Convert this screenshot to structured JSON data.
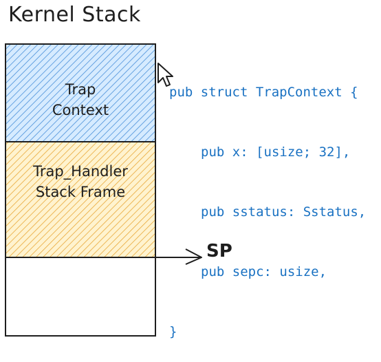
{
  "title": "Kernel Stack",
  "blocks": [
    {
      "label_lines": [
        "Trap",
        "Context"
      ],
      "fill": "#a5d8ff"
    },
    {
      "label_lines": [
        "Trap_Handler",
        "Stack Frame"
      ],
      "fill": "#ffec99"
    },
    {
      "label_lines": [],
      "fill": "#ffffff"
    }
  ],
  "code": {
    "lines": [
      "pub struct TrapContext {",
      "pub x: [usize; 32],",
      "pub sstatus: Sstatus,",
      "pub sepc: usize,",
      "}"
    ],
    "color": "#1971c2"
  },
  "pointer": {
    "label": "SP"
  },
  "colors": {
    "stroke": "#1e1e1e",
    "blue_hatch": "#4a90d9",
    "yellow_hatch": "#e8a838"
  }
}
